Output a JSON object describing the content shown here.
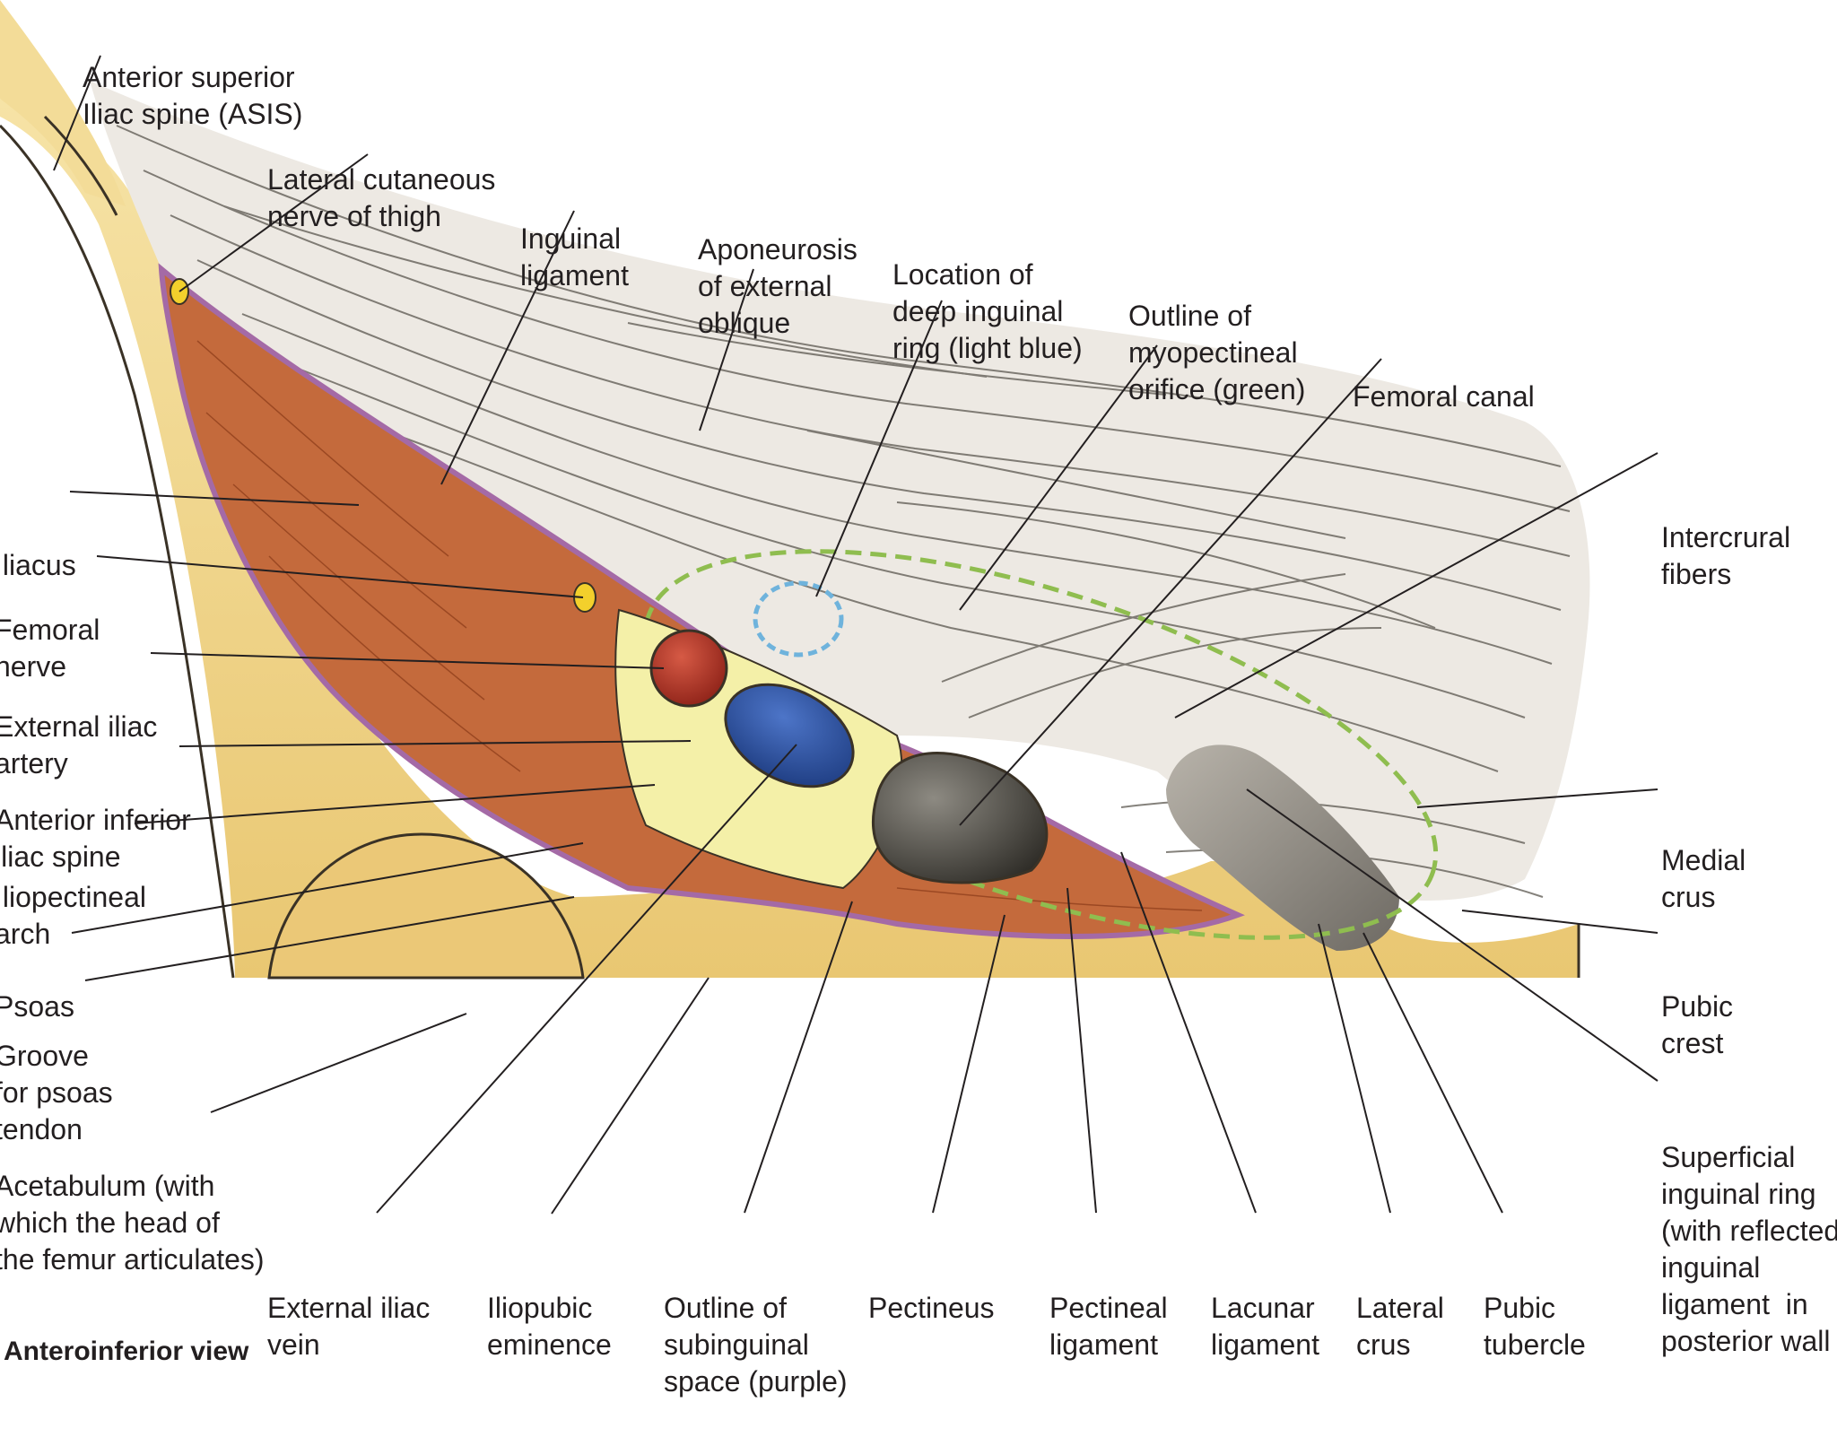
{
  "caption": "Anteroinferior view",
  "colors": {
    "background": "#ffffff",
    "bone": "#f1d88e",
    "bone_shadow": "#d9b560",
    "fascia": "#ece8e2",
    "muscle": "#c8663a",
    "artery": "#b5342a",
    "vein": "#2a4f9e",
    "nerve": "#f3d02c",
    "fat": "#f4f0a8",
    "green_outline": "#8fbd4f",
    "blue_outline": "#6fb3dc",
    "purple_outline": "#a46aa6",
    "femoral_canal": "#4a4740"
  },
  "labels": {
    "asis": [
      "Anterior superior",
      "Iliac spine (ASIS)"
    ],
    "lateral_cutaneous": [
      "Lateral cutaneous",
      "nerve of thigh"
    ],
    "inguinal_ligament": [
      "Inguinal",
      "ligament"
    ],
    "aponeurosis": [
      "Aponeurosis",
      "of external",
      "oblique"
    ],
    "deep_ring": [
      "Location of",
      "deep inguinal",
      "ring (light blue)"
    ],
    "myopectineal": [
      "Outline of",
      "myopectineal",
      "orifice (green)"
    ],
    "femoral_canal": [
      "Femoral canal"
    ],
    "intercrural": [
      "Intercrural",
      "fibers"
    ],
    "medial_crus": [
      "Medial",
      "crus"
    ],
    "pubic_crest": [
      "Pubic",
      "crest"
    ],
    "superficial_ring": [
      "Superficial",
      "inguinal ring",
      "(with reflected",
      "inguinal",
      "ligament  in",
      "posterior wall"
    ],
    "iliacus": [
      "Iliacus"
    ],
    "femoral_nerve": [
      "Femoral",
      "nerve"
    ],
    "external_iliac_artery": [
      "External iliac",
      "artery"
    ],
    "aiis": [
      "Anterior inferior",
      "iliac spine"
    ],
    "iliopectineal_arch": [
      "Iliopectineal",
      "arch"
    ],
    "psoas": [
      "Psoas"
    ],
    "groove_psoas": [
      "Groove",
      "for psoas",
      "tendon"
    ],
    "acetabulum": [
      "Acetabulum (with",
      "which the head of",
      "the femur articulates)"
    ],
    "external_iliac_vein": [
      "External iliac",
      "vein"
    ],
    "iliopubic_eminence": [
      "Iliopubic",
      "eminence"
    ],
    "subinguinal": [
      "Outline of",
      "subinguinal",
      "space (purple)"
    ],
    "pectineus": [
      "Pectineus"
    ],
    "pectineal_ligament": [
      "Pectineal",
      "ligament"
    ],
    "lacunar_ligament": [
      "Lacunar",
      "ligament"
    ],
    "lateral_crus": [
      "Lateral",
      "crus"
    ],
    "pubic_tubercle": [
      "Pubic",
      "tubercle"
    ]
  }
}
